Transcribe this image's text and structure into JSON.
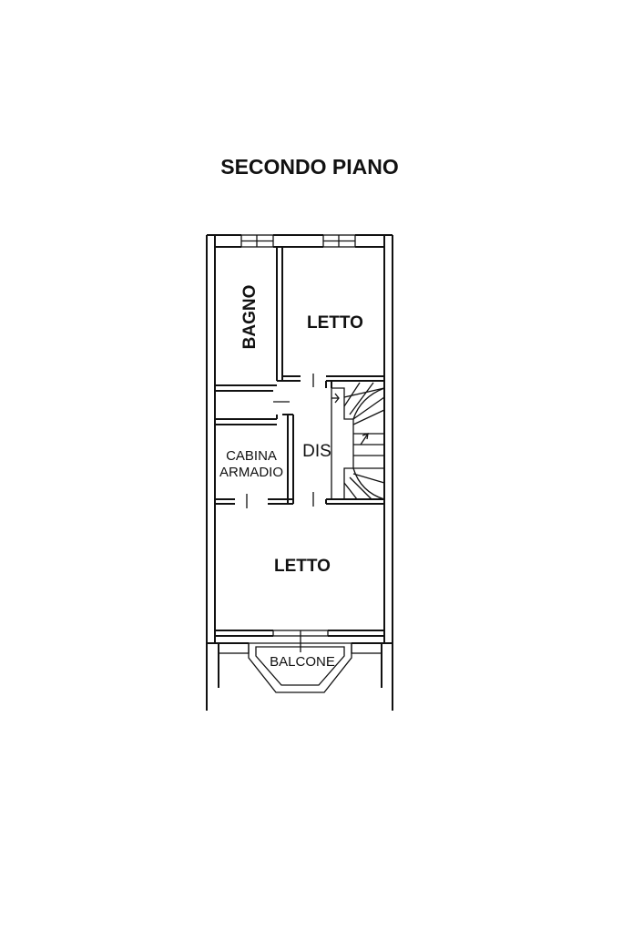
{
  "floor_title": "SECONDO PIANO",
  "rooms": {
    "bagno": "BAGNO",
    "letto_top": "LETTO",
    "dis": "DIS",
    "cabina_line1": "CABINA",
    "cabina_line2": "ARMADIO",
    "letto_bottom": "LETTO",
    "balcone": "BALCONE"
  }
}
